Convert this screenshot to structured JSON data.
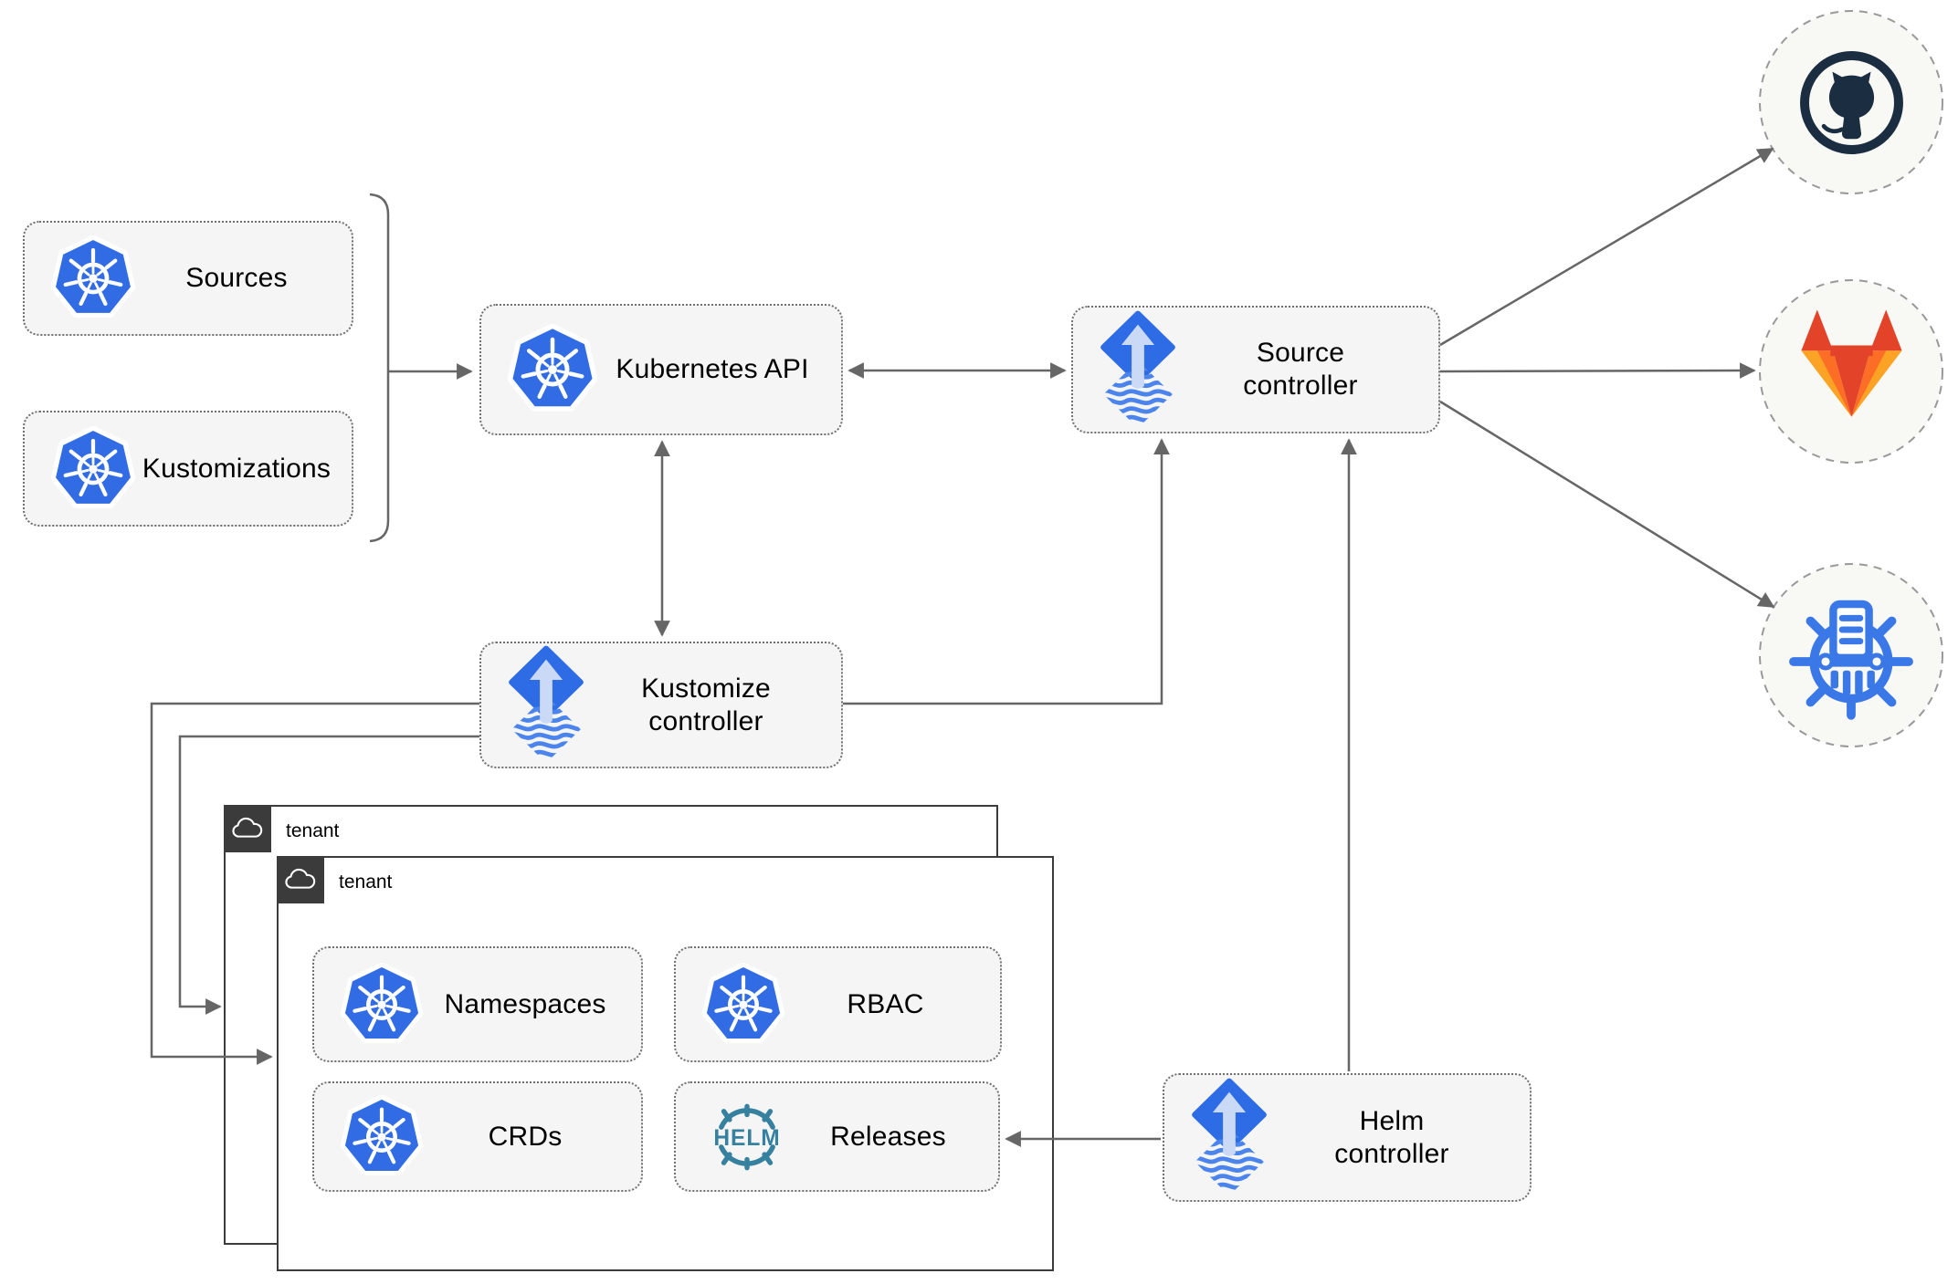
{
  "nodes": {
    "sources": {
      "label": "Sources",
      "icon": "kubernetes-icon"
    },
    "kustomizations": {
      "label": "Kustomizations",
      "icon": "kubernetes-icon"
    },
    "kubernetes_api": {
      "label": "Kubernetes API",
      "icon": "kubernetes-icon"
    },
    "source_controller": {
      "line1": "Source",
      "line2": "controller",
      "icon": "flux-icon"
    },
    "kustomize_controller": {
      "line1": "Kustomize",
      "line2": "controller",
      "icon": "flux-icon"
    },
    "helm_controller": {
      "line1": "Helm",
      "line2": "controller",
      "icon": "flux-icon"
    },
    "namespaces": {
      "label": "Namespaces",
      "icon": "kubernetes-icon"
    },
    "rbac": {
      "label": "RBAC",
      "icon": "kubernetes-icon"
    },
    "crds": {
      "label": "CRDs",
      "icon": "kubernetes-icon"
    },
    "releases": {
      "label": "Releases",
      "icon": "helm-icon",
      "icon_text": "HELM"
    }
  },
  "tenants": {
    "back": {
      "label": "tenant",
      "icon": "cloud-icon"
    },
    "front": {
      "label": "tenant",
      "icon": "cloud-icon"
    }
  },
  "endpoints": [
    {
      "name": "github",
      "icon": "github-icon"
    },
    {
      "name": "gitlab",
      "icon": "gitlab-icon"
    },
    {
      "name": "oci-registry",
      "icon": "registry-icon"
    }
  ],
  "edges": [
    {
      "from": "sources",
      "to": "kubernetes_api",
      "style": "arrow"
    },
    {
      "from": "kustomizations",
      "to": "kubernetes_api",
      "style": "arrow"
    },
    {
      "from": "kubernetes_api",
      "to": "source_controller",
      "style": "double-arrow"
    },
    {
      "from": "kubernetes_api",
      "to": "kustomize_controller",
      "style": "double-arrow"
    },
    {
      "from": "kustomize_controller",
      "to": "source_controller",
      "style": "arrow"
    },
    {
      "from": "kustomize_controller",
      "to": "tenant-front",
      "style": "arrow"
    },
    {
      "from": "kustomize_controller",
      "to": "tenant-back",
      "style": "arrow"
    },
    {
      "from": "helm_controller",
      "to": "source_controller",
      "style": "arrow"
    },
    {
      "from": "helm_controller",
      "to": "releases",
      "style": "arrow"
    },
    {
      "from": "source_controller",
      "to": "github",
      "style": "arrow"
    },
    {
      "from": "source_controller",
      "to": "gitlab",
      "style": "arrow"
    },
    {
      "from": "source_controller",
      "to": "oci-registry",
      "style": "arrow"
    }
  ],
  "colors": {
    "kubernetes_blue": "#326ce5",
    "flux_blue": "#2e6ce6",
    "flux_arrow_light": "#c9d9f6",
    "flux_wave_blue": "#4a84ec",
    "helm_teal": "#35819f",
    "github_dark": "#1b2d40",
    "gitlab_red": "#e24329",
    "gitlab_orange": "#fc6d26",
    "gitlab_amber": "#fca326",
    "registry_blue": "#3b78e7",
    "node_fill": "#f5f5f5",
    "node_border": "#6f6f6f",
    "line_gray": "#666666",
    "tenant_border": "#3b3b3b",
    "circle_fill": "#f8f8f5",
    "circle_border": "#999999"
  }
}
